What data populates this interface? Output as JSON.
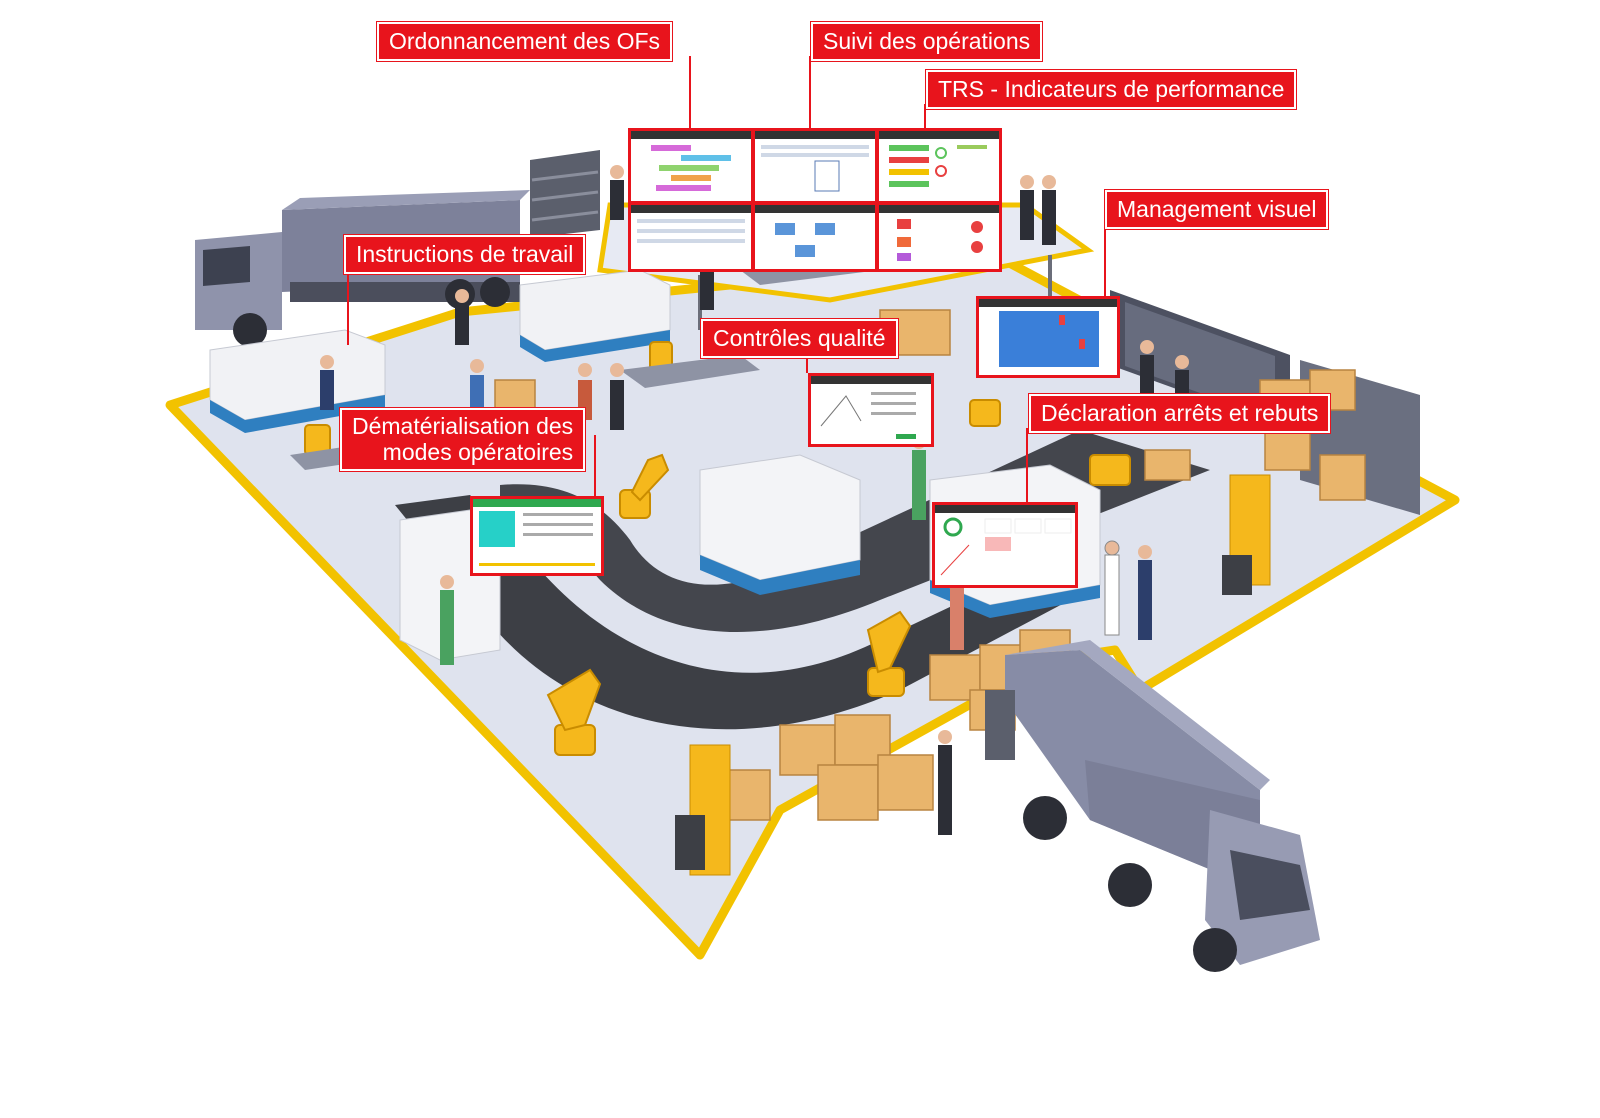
{
  "colors": {
    "accent": "#e8141c",
    "floor_border": "#f2c200",
    "floor": "#dfe3ee",
    "conveyor": "#3d3f45",
    "robot": "#f5b81c",
    "truck": "#7d819a",
    "box": "#e9b56c"
  },
  "callouts": {
    "ordonnancement": "Ordonnancement des OFs",
    "suivi": "Suivi des opérations",
    "trs": "TRS - Indicateurs de performance",
    "management": "Management visuel",
    "instructions": "Instructions de travail",
    "controles": "Contrôles qualité",
    "dematerialisation_line1": "Dématérialisation des",
    "dematerialisation_line2": "modes opératoires",
    "declaration": "Déclaration arrêts et rebuts"
  }
}
